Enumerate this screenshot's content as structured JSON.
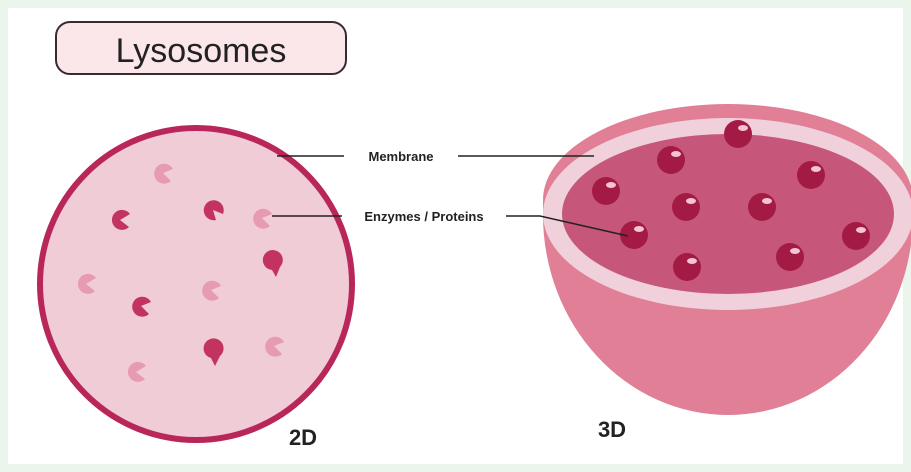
{
  "title": "Lysosomes",
  "labels": {
    "membrane": "Membrane",
    "enzymes": "Enzymes / Proteins"
  },
  "views": {
    "two_d": "2D",
    "three_d": "3D"
  },
  "colors": {
    "background_border": "#eaf5ec",
    "title_box_fill": "#fbe6ea",
    "title_box_stroke": "#3a2a2e",
    "membrane_2d": "#b8265a",
    "interior_2d": "#f0ccd7",
    "enzyme_dark": "#c2335f",
    "enzyme_light": "#e69bb3",
    "bowl_outer": "#e07f95",
    "bowl_rim": "#f0d0da",
    "bowl_inner": "#c6577a",
    "sphere": "#a31a45",
    "sphere_highlight": "#f3c4d2"
  }
}
